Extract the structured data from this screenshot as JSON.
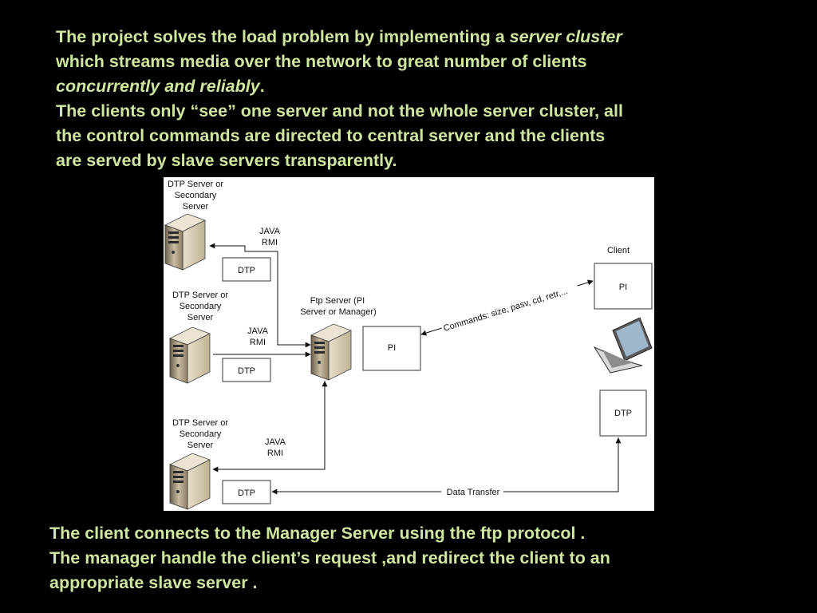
{
  "top_text": {
    "line1_a": "The project solves the load problem by implementing a ",
    "line1_b": "server cluster",
    "line2": "which streams media over the network to great number of clients",
    "line3_a": "concurrently and reliably",
    "line3_b": ".",
    "line4": "The clients only “see” one server and not the whole server cluster, all",
    "line5": "the control commands are directed to central server and the clients",
    "line6": "are served by slave servers transparently."
  },
  "diagram": {
    "secondary_server_label": [
      "DTP Server or",
      "Secondary",
      "Server"
    ],
    "java_rmi_label": [
      "JAVA",
      "RMI"
    ],
    "dtp_box": "DTP",
    "manager_label": [
      "Ftp Server (PI",
      "Server or Manager)"
    ],
    "pi_box": "PI",
    "client_label": "Client",
    "commands_label": "Commands: size, pasv, cd, retr,...",
    "data_transfer_label": "Data Transfer",
    "icons": {
      "server": "server-tower-icon",
      "laptop": "laptop-icon"
    }
  },
  "bottom_text": {
    "line1": "The client connects to the Manager Server using the ftp protocol .",
    "line2": "The manager handle the client’s request ,and redirect the client to an",
    "line3": "appropriate slave server ."
  },
  "colors": {
    "background": "#000000",
    "text": "#cfe6a0",
    "diagram_background": "#ffffff"
  }
}
